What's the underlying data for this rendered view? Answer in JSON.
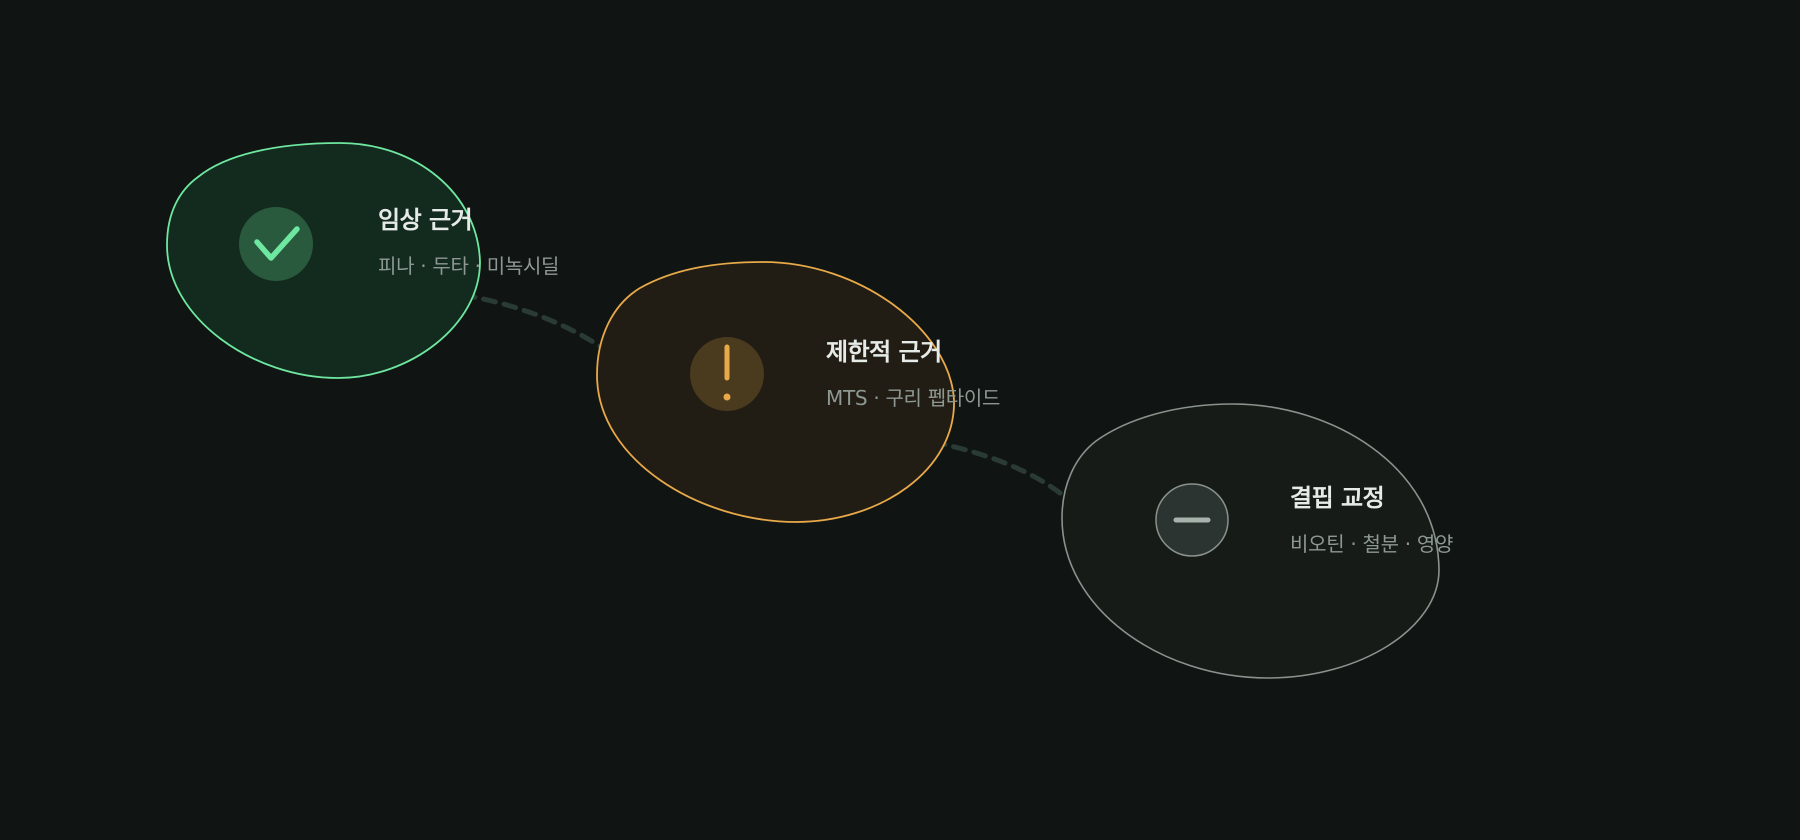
{
  "nodes": [
    {
      "title": "임상 근거",
      "subtitle": "피나 · 두타 · 미녹시딜",
      "status": "supported",
      "icon": "check-icon",
      "colors": {
        "stroke": "#6ee7a0",
        "fill": "#132a1e",
        "badge": "#2a5a3e",
        "icon": "#6ee7a0"
      }
    },
    {
      "title": "제한적 근거",
      "subtitle": "MTS · 구리 펩타이드",
      "status": "limited",
      "icon": "exclamation-icon",
      "colors": {
        "stroke": "#e8a94a",
        "fill": "#221d14",
        "badge": "#4a3a1e",
        "icon": "#e8a94a"
      }
    },
    {
      "title": "결핍 교정",
      "subtitle": "비오틴 · 철분 · 영양",
      "status": "neutral",
      "icon": "minus-icon",
      "colors": {
        "stroke": "#8a928e",
        "fill": "#161b18",
        "badge": "#2b3430",
        "icon": "#a9b3ad"
      }
    }
  ],
  "connector_color": "#2a3a34"
}
